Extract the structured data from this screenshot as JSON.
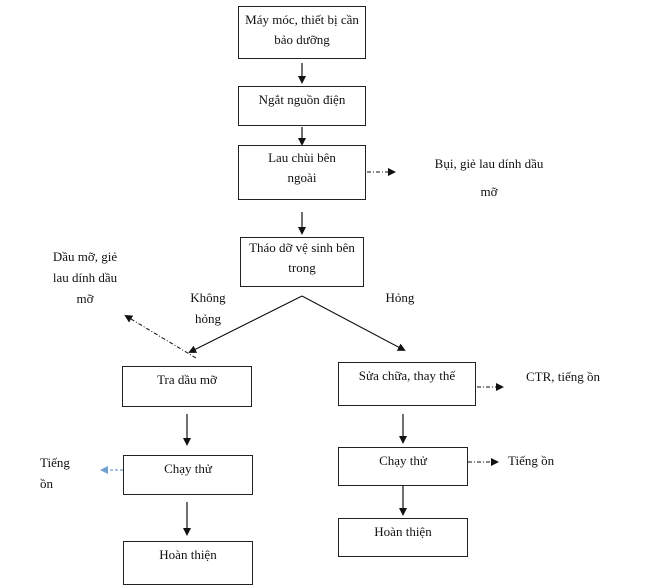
{
  "diagram": {
    "steps": {
      "machines": "Máy móc, thiết bị cần bảo dưỡng",
      "power_off": "Ngắt nguồn điện",
      "wipe_outside": "Lau chùi bên ngoài",
      "disassemble": "Tháo dỡ vệ sinh bên trong",
      "lubricate": "Tra dầu mỡ",
      "repair": "Sửa chữa, thay thế",
      "test_run_left": "Chạy thử",
      "test_run_right": "Chạy thử",
      "finish_left": "Hoàn thiện",
      "finish_right": "Hoàn thiện"
    },
    "branches": {
      "not_broken": "Không hỏng",
      "broken": "Hỏng"
    },
    "outputs": {
      "wipe_waste": "Bụi, giẻ lau dính dầu mỡ",
      "disassemble_waste": "Dầu mỡ, giẻ lau dính dầu mỡ",
      "repair_waste": "CTR, tiếng ồn",
      "noise_left": "Tiếng ồn",
      "noise_right": "Tiếng ồn"
    },
    "colors": {
      "line": "#222222",
      "noise_arrow_left": "#6fa0d0"
    }
  }
}
